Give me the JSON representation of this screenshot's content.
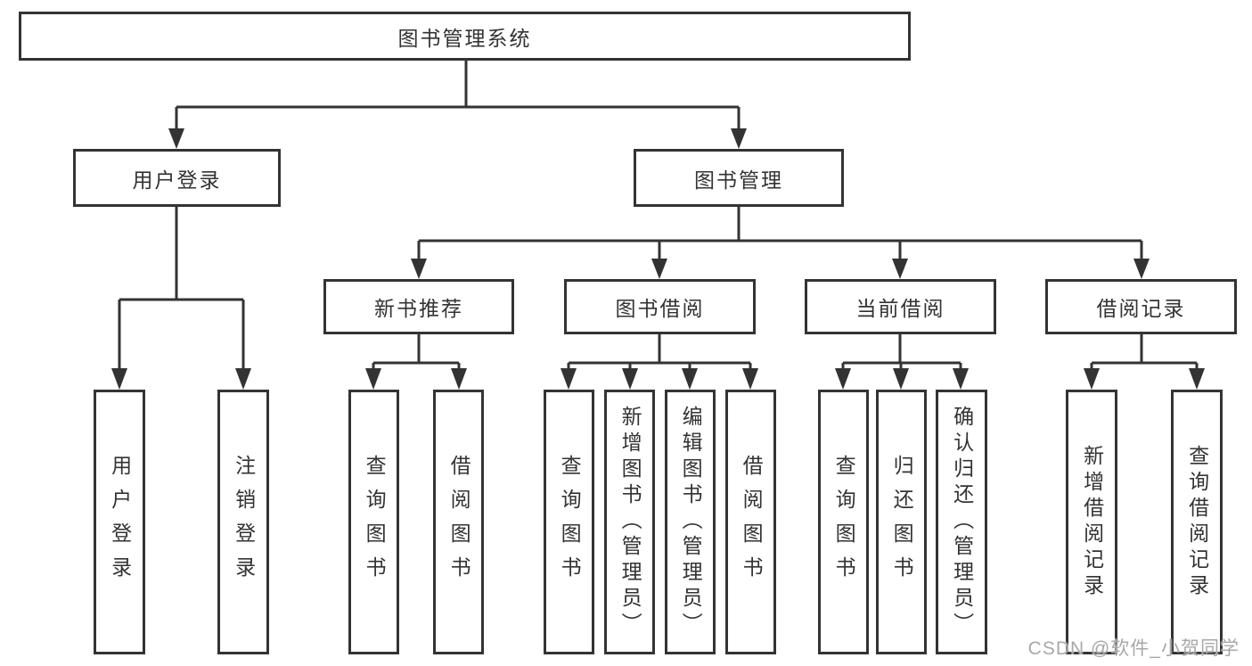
{
  "diagram": {
    "root": {
      "label": "图书管理系统"
    },
    "branches": [
      {
        "label": "用户登录",
        "children": [
          {
            "label": "用户登录"
          },
          {
            "label": "注销登录"
          }
        ]
      },
      {
        "label": "图书管理",
        "children": [
          {
            "label": "新书推荐",
            "children": [
              {
                "label": "查询图书"
              },
              {
                "label": "借阅图书"
              }
            ]
          },
          {
            "label": "图书借阅",
            "children": [
              {
                "label": "查询图书"
              },
              {
                "label": "新增图书（管理员）"
              },
              {
                "label": "编辑图书（管理员）"
              },
              {
                "label": "借阅图书"
              }
            ]
          },
          {
            "label": "当前借阅",
            "children": [
              {
                "label": "查询图书"
              },
              {
                "label": "归还图书"
              },
              {
                "label": "确认归还（管理员）"
              }
            ]
          },
          {
            "label": "借阅记录",
            "children": [
              {
                "label": "新增借阅记录"
              },
              {
                "label": "查询借阅记录"
              }
            ]
          }
        ]
      }
    ]
  },
  "watermark": {
    "text": "CSDN @软件_小贺同学"
  },
  "colors": {
    "line": "#333333",
    "box_border": "#333333",
    "box_background": "#ffffff",
    "text": "#333333",
    "watermark": "#a8a8a8",
    "page_background": "#ffffff"
  }
}
